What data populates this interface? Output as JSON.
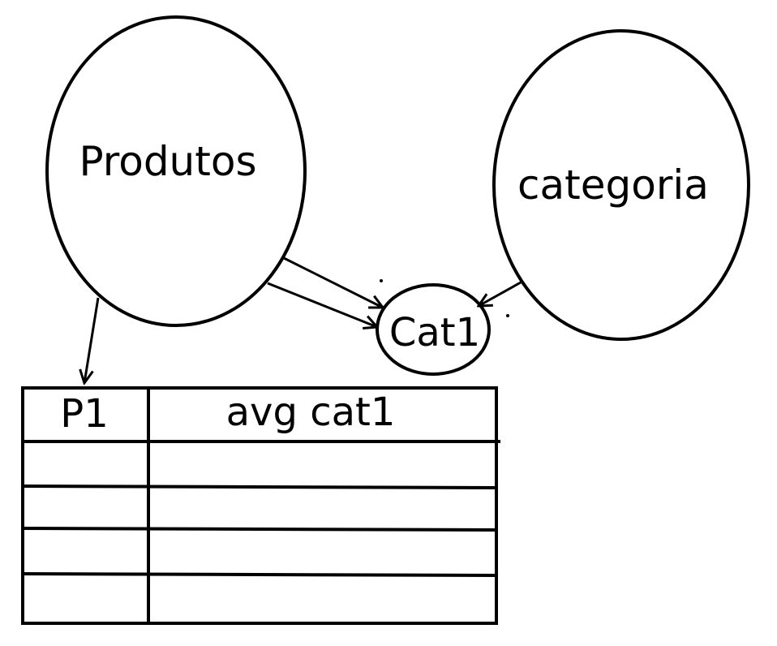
{
  "nodes": {
    "produtos": {
      "label": "Produtos"
    },
    "categoria": {
      "label": "categoria"
    },
    "cat1": {
      "label": "Cat1"
    }
  },
  "table": {
    "header": [
      "P1",
      "avg cat1"
    ],
    "empty_rows": 4
  },
  "colors": {
    "stroke": "#000000",
    "background": "#ffffff"
  }
}
